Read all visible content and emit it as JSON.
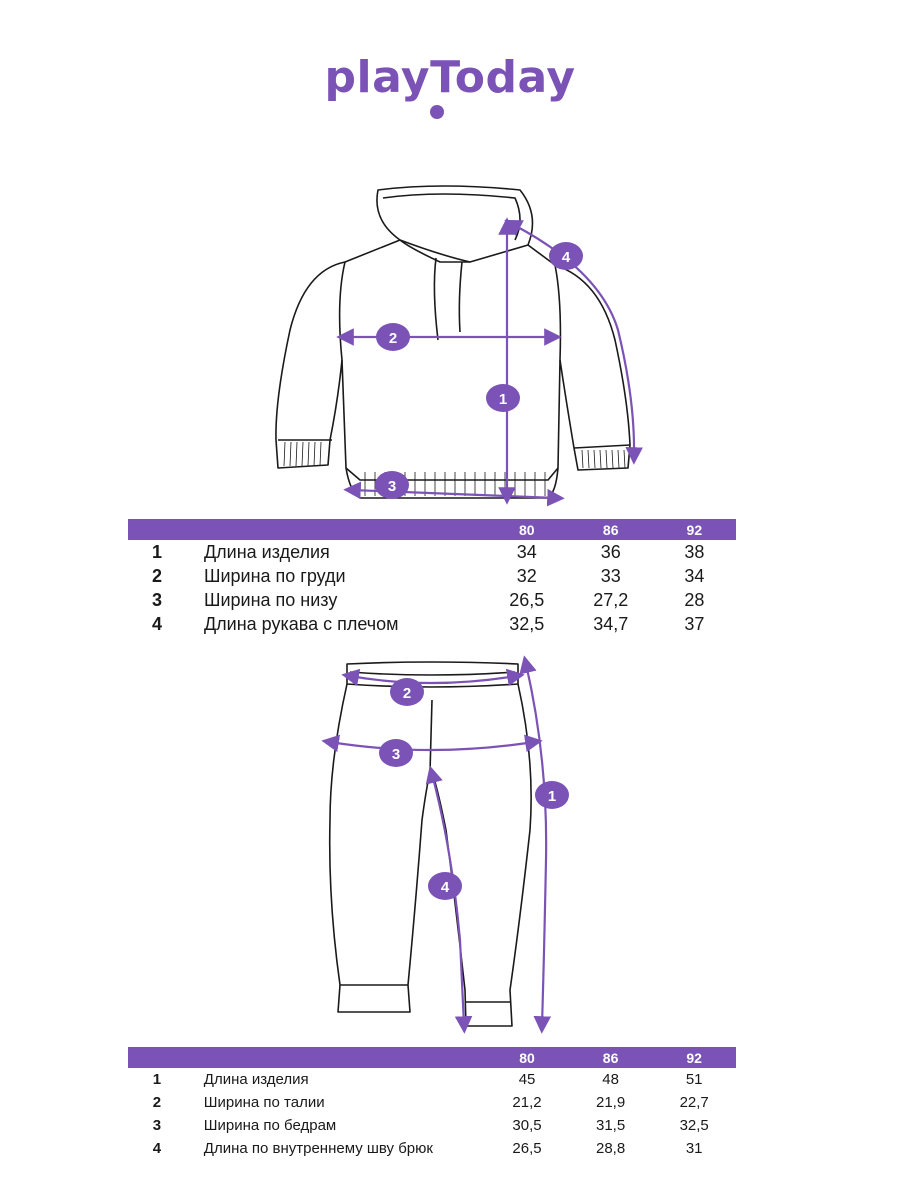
{
  "brand": {
    "logo_text": "playToday",
    "color": "#7b53b6"
  },
  "colors": {
    "accent": "#7b53b6",
    "outline": "#1a1a1a"
  },
  "hoodie": {
    "markers": [
      "1",
      "2",
      "3",
      "4"
    ],
    "table": {
      "sizes": [
        "80",
        "86",
        "92"
      ],
      "rows": [
        {
          "num": "1",
          "name": "Длина изделия",
          "values": [
            "34",
            "36",
            "38"
          ]
        },
        {
          "num": "2",
          "name": "Ширина по груди",
          "values": [
            "32",
            "33",
            "34"
          ]
        },
        {
          "num": "3",
          "name": "Ширина по низу",
          "values": [
            "26,5",
            "27,2",
            "28"
          ]
        },
        {
          "num": "4",
          "name": "Длина рукава с плечом",
          "values": [
            "32,5",
            "34,7",
            "37"
          ]
        }
      ]
    }
  },
  "pants": {
    "markers": [
      "1",
      "2",
      "3",
      "4"
    ],
    "table": {
      "sizes": [
        "80",
        "86",
        "92"
      ],
      "rows": [
        {
          "num": "1",
          "name": "Длина изделия",
          "values": [
            "45",
            "48",
            "51"
          ]
        },
        {
          "num": "2",
          "name": "Ширина по талии",
          "values": [
            "21,2",
            "21,9",
            "22,7"
          ]
        },
        {
          "num": "3",
          "name": "Ширина по бедрам",
          "values": [
            "30,5",
            "31,5",
            "32,5"
          ]
        },
        {
          "num": "4",
          "name": "Длина по внутреннему шву брюк",
          "values": [
            "26,5",
            "28,8",
            "31"
          ]
        }
      ]
    }
  }
}
